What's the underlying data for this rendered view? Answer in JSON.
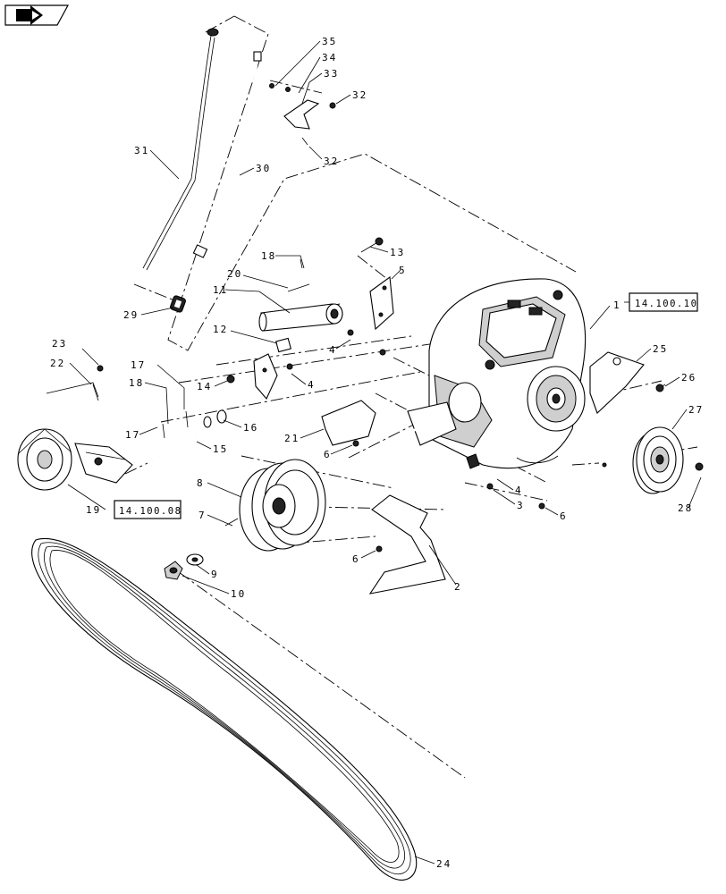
{
  "nav_icon": "back-arrow-icon",
  "references": {
    "r1": "14.100.10",
    "r2": "14.100.08"
  },
  "callouts": {
    "c1": "1",
    "c2": "2",
    "c3": "3",
    "c4a": "4",
    "c4b": "4",
    "c4c": "4",
    "c5": "5",
    "c6a": "6",
    "c6b": "6",
    "c6c": "6",
    "c7": "7",
    "c8": "8",
    "c9": "9",
    "c10": "10",
    "c11": "11",
    "c12": "12",
    "c13": "13",
    "c14": "14",
    "c15": "15",
    "c16": "16",
    "c17a": "17",
    "c17b": "17",
    "c18a": "18",
    "c18b": "18",
    "c19": "19",
    "c20": "20",
    "c21": "21",
    "c22": "22",
    "c23": "23",
    "c24": "24",
    "c25": "25",
    "c26": "26",
    "c27": "27",
    "c28": "28",
    "c29": "29",
    "c30": "30",
    "c31": "31",
    "c32a": "32",
    "c32b": "32",
    "c33": "33",
    "c34": "34",
    "c35": "35"
  }
}
